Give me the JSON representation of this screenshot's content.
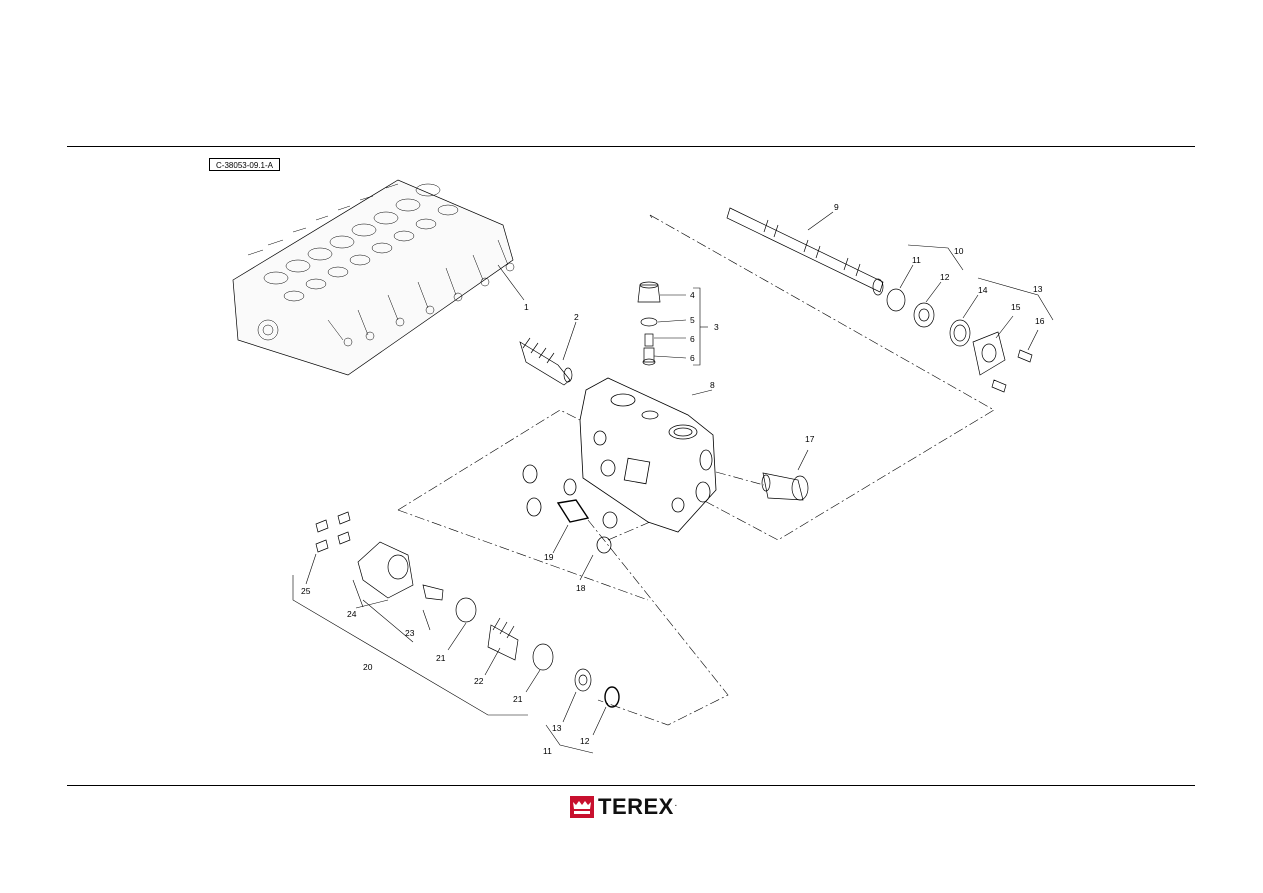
{
  "drawing_ref": "C-38053-09.1-A",
  "brand": {
    "name": "TEREX",
    "registered": ".",
    "accent": "#c8102e"
  },
  "callouts": [
    {
      "id": "c1",
      "text": "1"
    },
    {
      "id": "c2",
      "text": "2"
    },
    {
      "id": "c3",
      "text": "3"
    },
    {
      "id": "c4",
      "text": "4"
    },
    {
      "id": "c5",
      "text": "5"
    },
    {
      "id": "c6a",
      "text": "6"
    },
    {
      "id": "c6b",
      "text": "6"
    },
    {
      "id": "c8",
      "text": "8"
    },
    {
      "id": "c9",
      "text": "9"
    },
    {
      "id": "c10",
      "text": "10"
    },
    {
      "id": "c11a",
      "text": "11"
    },
    {
      "id": "c12a",
      "text": "12"
    },
    {
      "id": "c13a",
      "text": "13"
    },
    {
      "id": "c14",
      "text": "14"
    },
    {
      "id": "c15",
      "text": "15"
    },
    {
      "id": "c16",
      "text": "16"
    },
    {
      "id": "c17",
      "text": "17"
    },
    {
      "id": "c18",
      "text": "18"
    },
    {
      "id": "c19",
      "text": "19"
    },
    {
      "id": "c20",
      "text": "20"
    },
    {
      "id": "c21a",
      "text": "21"
    },
    {
      "id": "c21b",
      "text": "21"
    },
    {
      "id": "c22",
      "text": "22"
    },
    {
      "id": "c23",
      "text": "23"
    },
    {
      "id": "c24",
      "text": "24"
    },
    {
      "id": "c25",
      "text": "25"
    },
    {
      "id": "c13b",
      "text": "13"
    },
    {
      "id": "c12b",
      "text": "12"
    },
    {
      "id": "c11b",
      "text": "11"
    }
  ]
}
